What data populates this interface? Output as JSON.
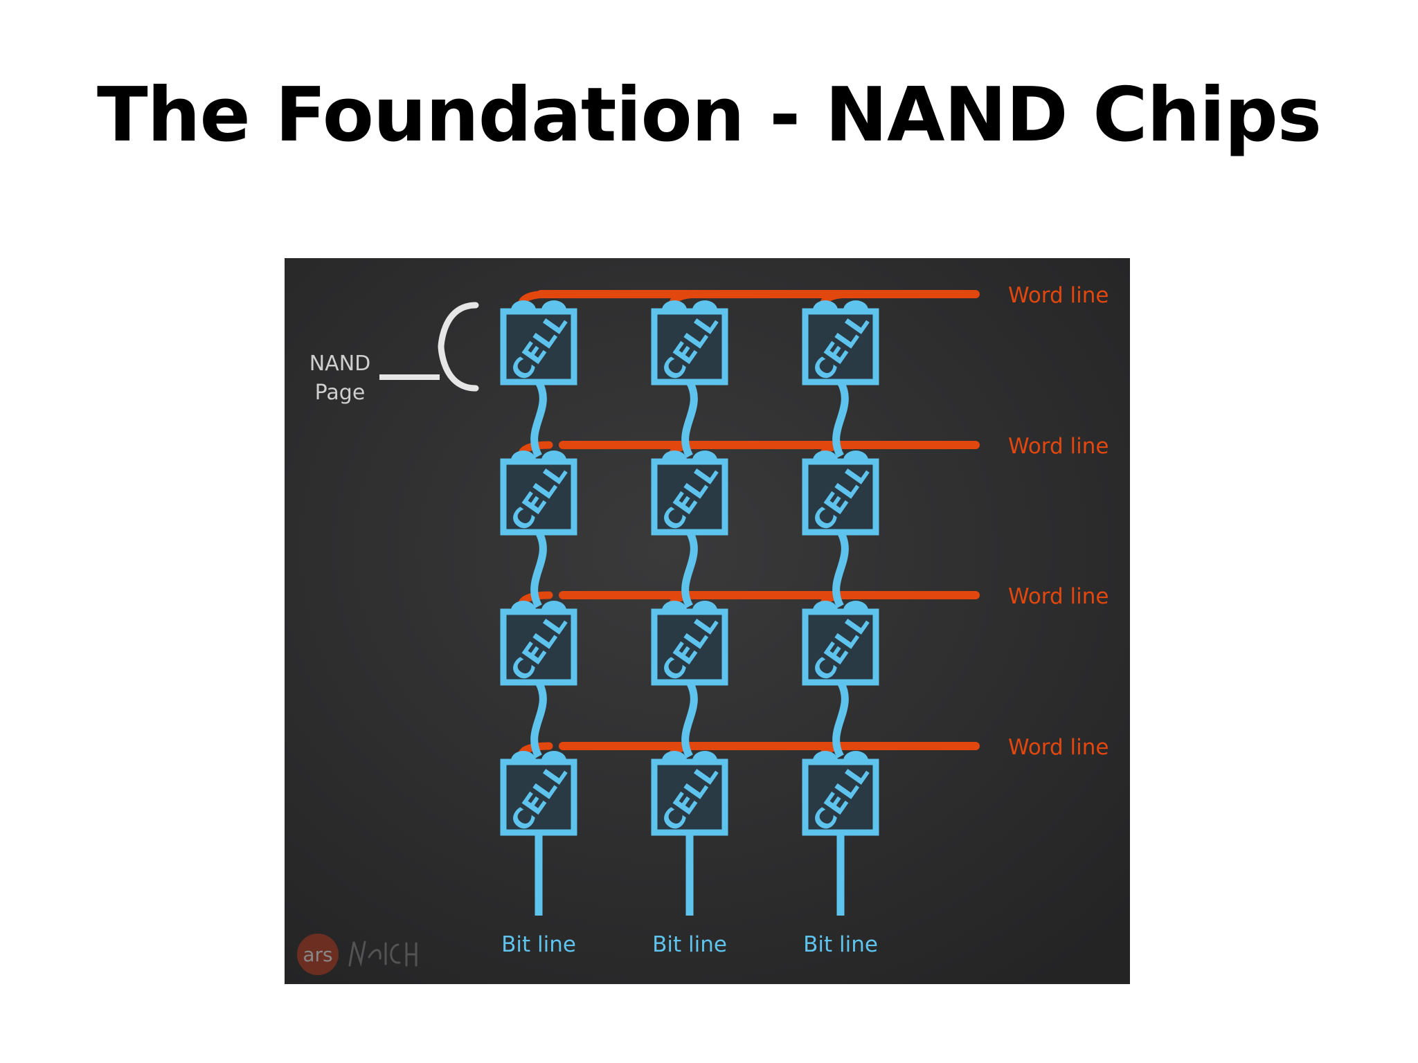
{
  "slide": {
    "title": "The Foundation - NAND Chips"
  },
  "diagram": {
    "page_label_line1": "NAND",
    "page_label_line2": "Page",
    "word_line_label": "Word line",
    "bit_line_label": "Bit line",
    "cell_label": "CELL",
    "rows": 4,
    "columns": 3,
    "watermark_badge": "ars",
    "colors": {
      "background": "#2b2b2c",
      "cell": "#5ec4ee",
      "cell_fill": "#2a3a45",
      "word_line": "#e2470e",
      "page_bracket": "#e6e6e6",
      "label_light": "#cfcfcf"
    }
  }
}
